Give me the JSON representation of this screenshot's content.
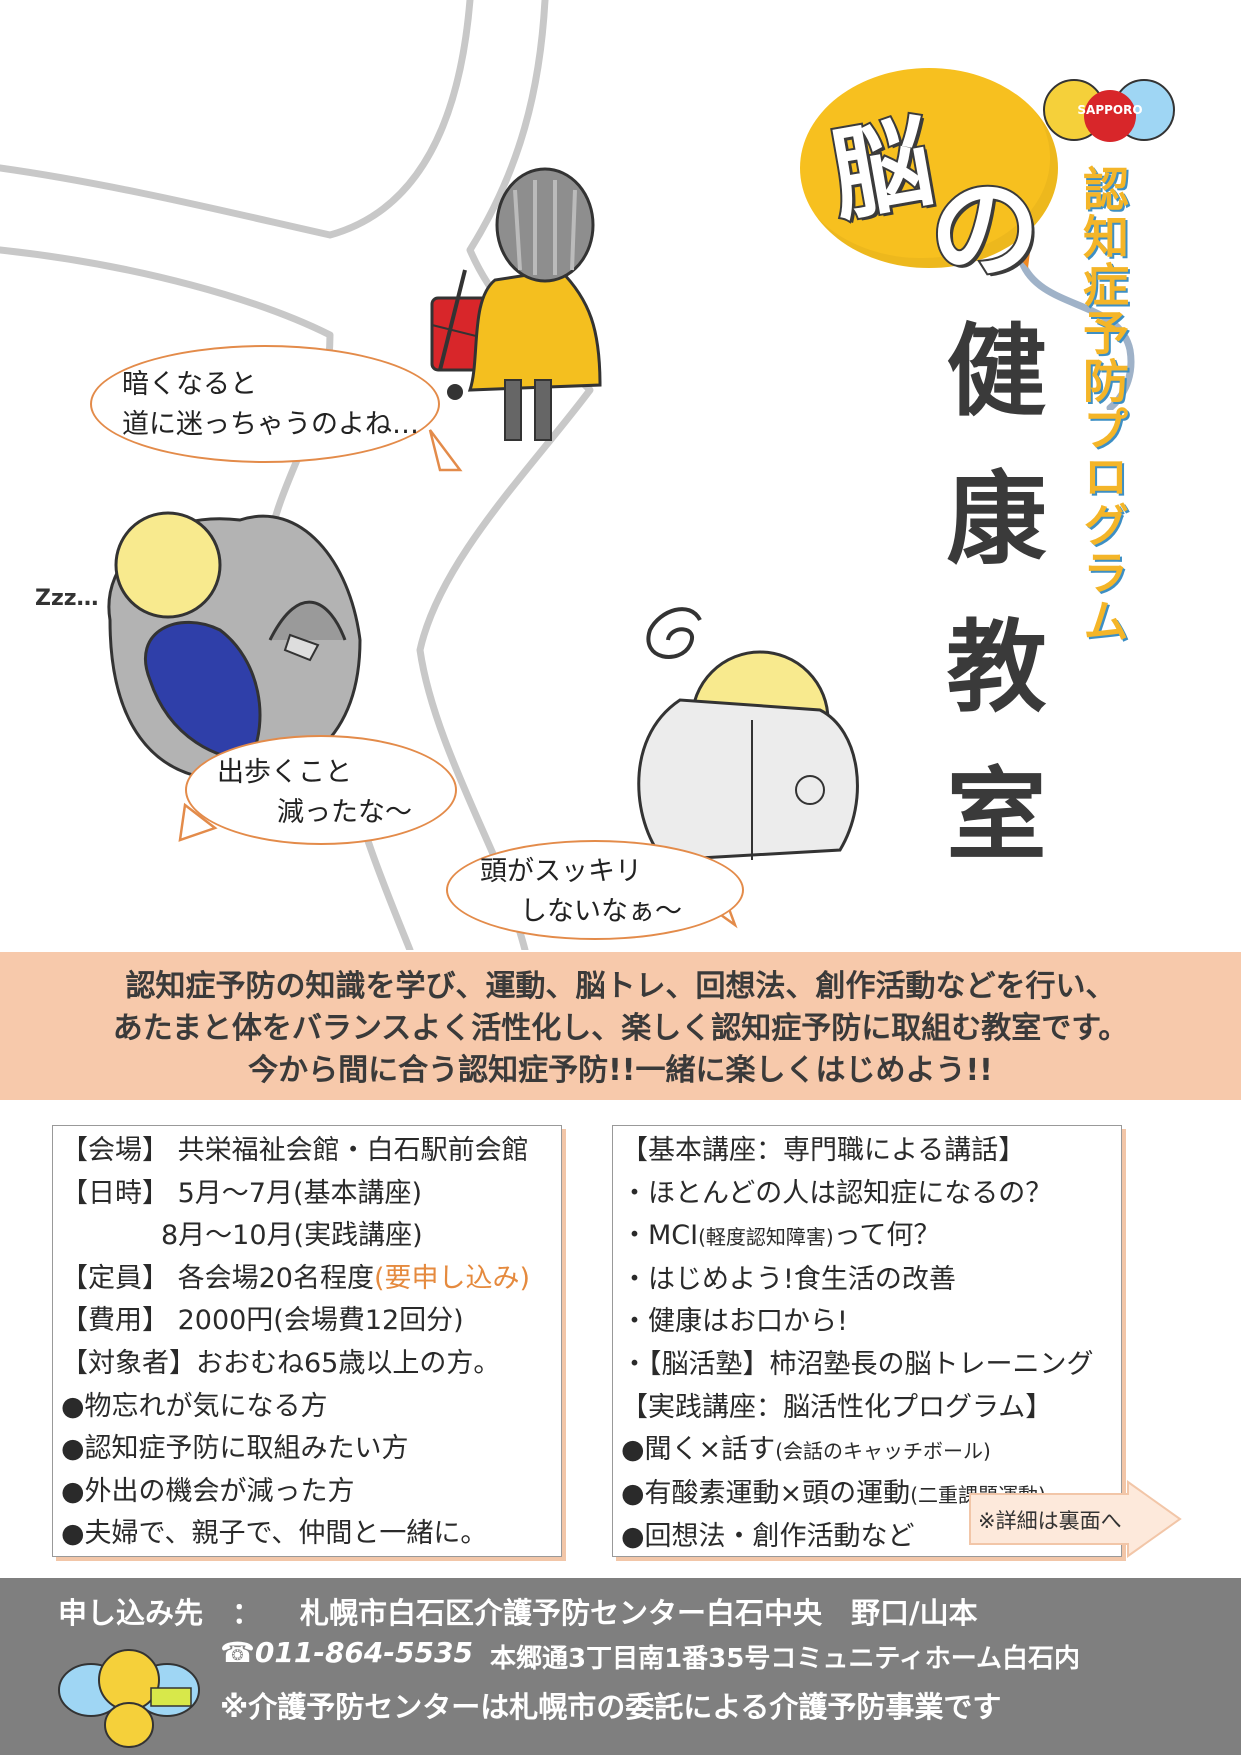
{
  "title": {
    "balloon_char_1": "脳",
    "balloon_char_2": "の",
    "subtitle": "認知症予防プログラム",
    "main": "健康教室"
  },
  "logo": {
    "text": "SAPPORO"
  },
  "bubbles": {
    "b1": [
      "暗くなると",
      "道に迷っちゃうのよね…"
    ],
    "b2": [
      "出歩くこと",
      "減ったな～"
    ],
    "b3": [
      "頭がスッキリ",
      "しないなぁ～"
    ]
  },
  "snore": "Zzz…",
  "description": [
    "認知症予防の知識を学び、運動、脳トレ、回想法、創作活動などを行い、",
    "あたまと体をバランスよく活性化し、楽しく認知症予防に取組む教室です。",
    "今から間に合う認知症予防!!一緒に楽しくはじめよう!!"
  ],
  "left_box": {
    "venue": "【会場】 共栄福祉会館・白石駅前会館",
    "date1": "【日時】 5月～7月(基本講座)",
    "date2": "8月～10月(実践講座)",
    "capacity": "【定員】 各会場20名程度",
    "capacity_note": "(要申し込み)",
    "fee": "【費用】 2000円(会場費12回分)",
    "target": "【対象者】おおむね65歳以上の方。",
    "items": [
      "●物忘れが気になる方",
      "●認知症予防に取組みたい方",
      "●外出の機会が減った方",
      "●夫婦で、親子で、仲間と一緒に。"
    ]
  },
  "right_box": {
    "basic_header": "【基本講座：専門職による講話】",
    "basic_1": "・ほとんどの人は認知症になるの？",
    "basic_2_a": "・MCI",
    "basic_2_b": "(軽度認知障害)",
    "basic_2_c": "って何？",
    "basic_3": "・はじめよう!食生活の改善",
    "basic_4": "・健康はお口から!",
    "basic_5": "・【脳活塾】柿沼塾長の脳トレーニング",
    "practice_header": "【実践講座：脳活性化プログラム】",
    "practice_1_a": "●聞く×話す",
    "practice_1_b": "(会話のキャッチボール)",
    "practice_2_a": "●有酸素運動×頭の運動",
    "practice_2_b": "(二重課題運動)",
    "practice_3": "●回想法・創作活動など",
    "detail_note": "※詳細は裏面へ"
  },
  "footer": {
    "apply_label": "申し込み先　：",
    "apply_org": "札幌市白石区介護予防センター白石中央　野口/山本",
    "phone": "☎011-864-5535",
    "address": "本郷通3丁目南1番35号コミュニティホーム白石内",
    "note": "※介護予防センターは札幌市の委託による介護予防事業です"
  },
  "colors": {
    "accent_orange": "#e38b4a",
    "band_peach": "#f7c9ab",
    "balloon_yellow": "#f7c01f",
    "title_dark": "#3a3a3a",
    "footer_gray": "#7f7f7f",
    "subtitle_yellow": "#f4b528",
    "subtitle_blue": "#3d8fc4"
  },
  "icons": [
    "balloon-icon",
    "bee-mascot-icon",
    "phone-icon",
    "arrow-right-icon",
    "spiral-icon"
  ]
}
